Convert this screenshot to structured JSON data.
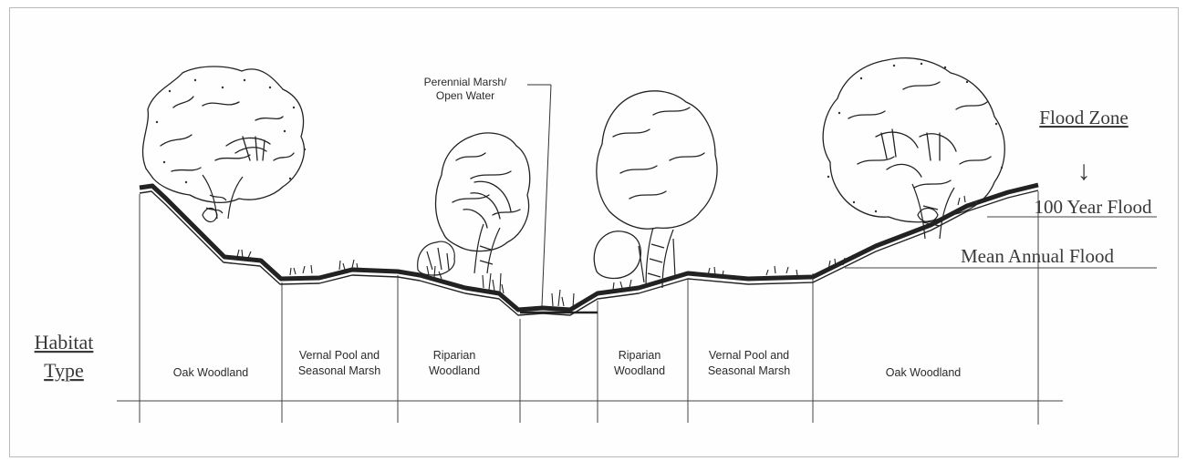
{
  "diagram": {
    "left_heading": {
      "line1": "Habitat",
      "line2": "Type"
    },
    "flood_legend": {
      "flood_zone": "Flood Zone",
      "arrow": "↓",
      "hundred_year_flood": "100 Year Flood",
      "mean_annual_flood": "Mean Annual Flood"
    },
    "callout": {
      "line1": "Perennial Marsh/",
      "line2": "Open Water"
    },
    "habitat_zones": [
      {
        "line1": "Oak Woodland",
        "line2": ""
      },
      {
        "line1": "Vernal Pool and",
        "line2": "Seasonal Marsh"
      },
      {
        "line1": "Riparian",
        "line2": "Woodland"
      },
      {
        "line1": "Riparian",
        "line2": "Woodland"
      },
      {
        "line1": "Vernal Pool and",
        "line2": "Seasonal Marsh"
      },
      {
        "line1": "Oak Woodland",
        "line2": ""
      }
    ],
    "colors": {
      "ink": "#222222",
      "label": "#3a3a3a",
      "border": "#b9b9b9"
    }
  }
}
